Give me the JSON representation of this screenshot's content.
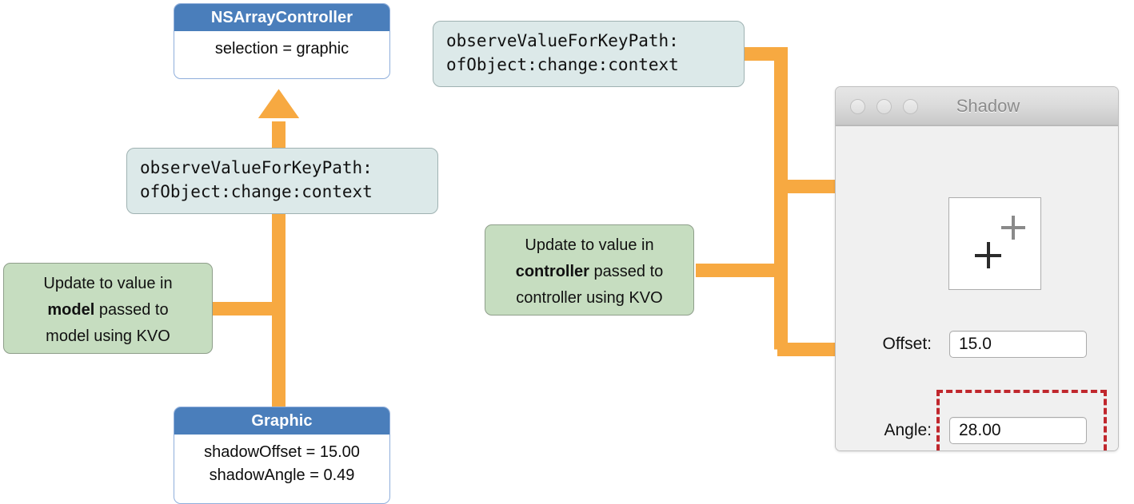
{
  "diagram": {
    "title": "Key-Value Observing data flow between model, controller, and view",
    "orange_color": "#F7A941",
    "blue_header_color": "#4A7EBB",
    "green_note_color": "#C6DDC0",
    "message_box_color": "#DCE9E9",
    "highlight_color": "#C0272D"
  },
  "classes": [
    {
      "id": "array-controller",
      "name": "NSArrayController",
      "rows": [
        "selection = graphic"
      ]
    },
    {
      "id": "graphic",
      "name": "Graphic",
      "rows": [
        "shadowOffset = 15.00",
        "shadowAngle = 0.49"
      ]
    }
  ],
  "messages": [
    {
      "id": "message-to-controller",
      "line1": "observeValueForKeyPath:",
      "line2": "ofObject:change:context"
    },
    {
      "id": "message-to-model",
      "line1": "observeValueForKeyPath:",
      "line2": "ofObject:change:context"
    }
  ],
  "notes": [
    {
      "id": "note-model",
      "line1": "Update to value in",
      "line2_bold": "model",
      "line2_rest": " passed to",
      "line3": "model using KVO"
    },
    {
      "id": "note-controller",
      "line1": "Update to value in",
      "line2_bold": "controller",
      "line2_rest": " passed to",
      "line3": "controller using KVO"
    }
  ],
  "window": {
    "title": "Shadow",
    "traffic_lights": [
      "close-button",
      "minimize-button",
      "zoom-button"
    ],
    "preview": {
      "shadow_marker": "plus-glyph",
      "main_marker": "plus-glyph"
    },
    "fields": [
      {
        "id": "offset",
        "label": "Offset:",
        "value": "15.0",
        "highlighted": false
      },
      {
        "id": "angle",
        "label": "Angle:",
        "value": "28.00",
        "highlighted": true
      }
    ]
  }
}
